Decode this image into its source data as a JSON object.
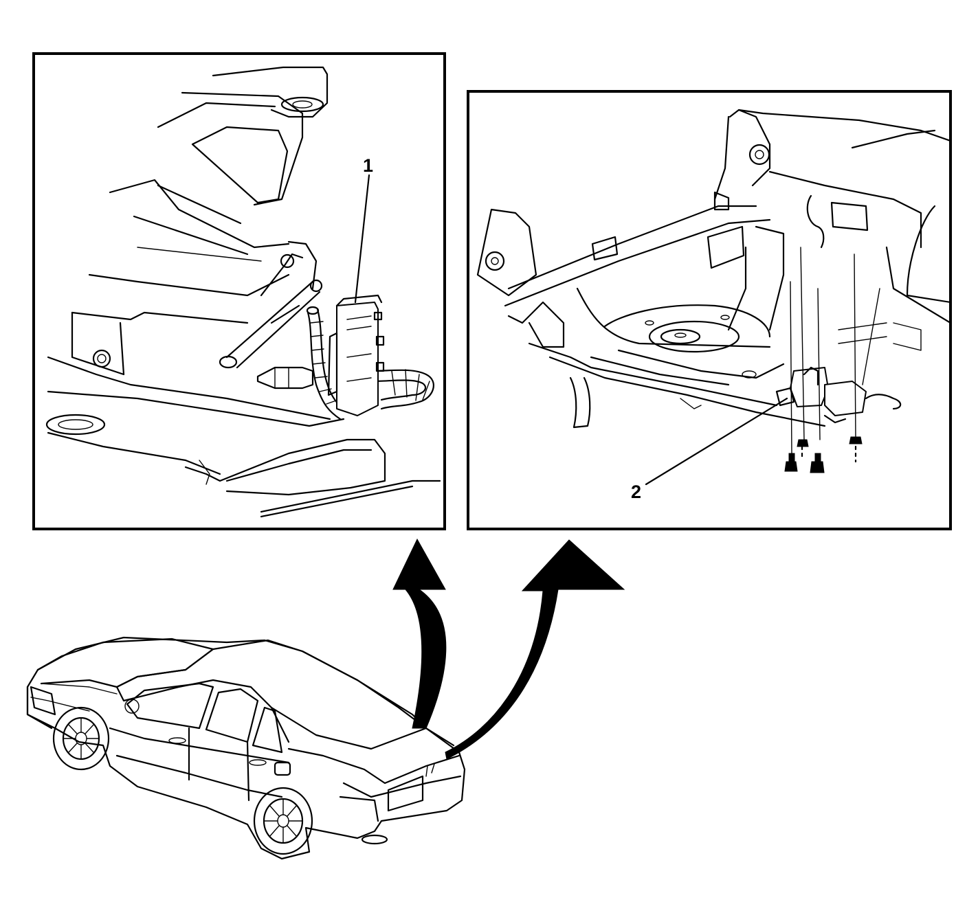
{
  "callouts": [
    {
      "label": "1"
    },
    {
      "label": "2"
    }
  ],
  "views": {
    "left_detail": "left-detail-view",
    "right_detail": "right-detail-view",
    "vehicle": "vehicle-overview"
  },
  "colors": {
    "line": "#000000",
    "background": "#ffffff"
  }
}
